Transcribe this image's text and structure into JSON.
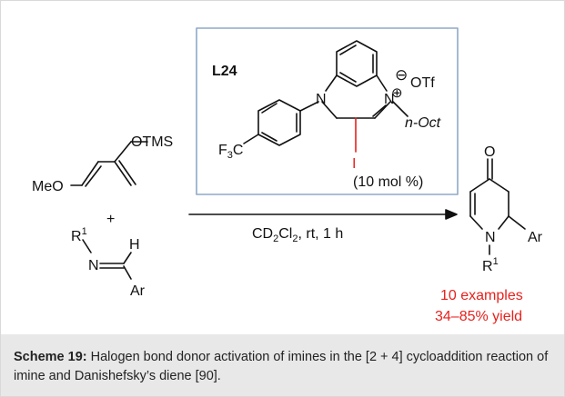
{
  "scheme": {
    "catalyst": {
      "label": "L24",
      "counterion": "OTf",
      "counterion_charge": "⊖",
      "cation_charge": "⊕",
      "n_substituent": "n-Oct",
      "aryl_substituent_main": "F",
      "aryl_substituent_sub": "3",
      "aryl_substituent_tail": "C",
      "ring_n1": "N",
      "ring_n2": "N",
      "halogen": "I",
      "loading": "(10 mol %)"
    },
    "diene": {
      "left_group": "MeO",
      "right_group": "OTMS"
    },
    "plus_sign": "+",
    "imine": {
      "r_main": "R",
      "r_sup": "1",
      "nitrogen": "N",
      "h": "H",
      "ar": "Ar"
    },
    "conditions": {
      "cd": "CD",
      "sub1": "2",
      "cl": "Cl",
      "sub2": "2",
      "rest": ", rt, 1 h"
    },
    "product": {
      "carbonyl_o": "O",
      "nitrogen": "N",
      "ar": "Ar",
      "r_main": "R",
      "r_sup": "1"
    },
    "result": {
      "examples": "10 examples",
      "yield": "34–85% yield"
    },
    "colors": {
      "box_border": "#8fa8c8",
      "red": "#e8211d",
      "caption_bg": "#e8e8e8"
    }
  },
  "caption": {
    "label": "Scheme 19:",
    "text": " Halogen bond donor activation of imines in the [2 + 4] cycloaddition reaction of imine and Danishefsky’s diene [90]."
  }
}
